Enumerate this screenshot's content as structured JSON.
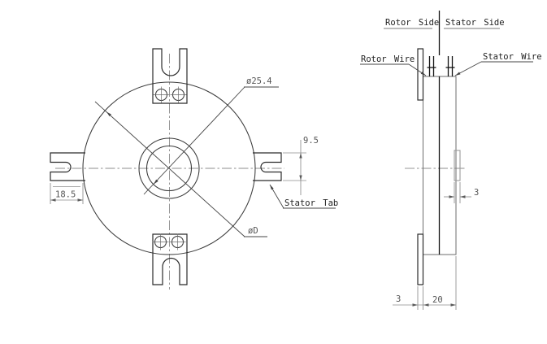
{
  "drawing": {
    "front": {
      "bore_diameter": "ø25.4",
      "outer_diameter": "øD",
      "tab_length": "18.5",
      "tab_width": "9.5",
      "stator_tab_label": "Stator Tab"
    },
    "side": {
      "rotor_side_label": "Rotor Side",
      "stator_side_label": "Stator Side",
      "rotor_wire_label": "Rotor Wire",
      "stator_wire_label": "Stator Wire",
      "stator_tab_thickness": "3",
      "rotor_flange_thickness": "3",
      "body_length": "20"
    },
    "colors": {
      "background": "#ffffff",
      "object_line": "#2b2b2b",
      "auxiliary_line": "#8c8c8c",
      "label_text": "#1f1f1f",
      "dimension_text": "#555555"
    }
  }
}
